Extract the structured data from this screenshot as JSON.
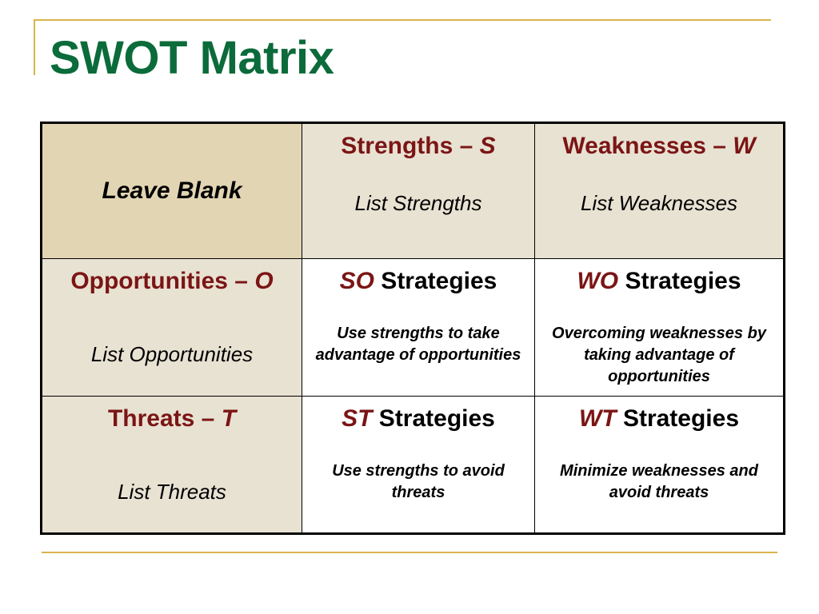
{
  "title": "SWOT Matrix",
  "colors": {
    "title": "#0b6b3a",
    "heading": "#7b1515",
    "rule": "#d9b44a",
    "corner_fill": "#e2d5b3",
    "header_fill": "#e8e2d3"
  },
  "matrix": {
    "corner": "Leave Blank",
    "strengths": {
      "label": "Strengths – ",
      "letter": "S",
      "sub": "List Strengths"
    },
    "weaknesses": {
      "label": "Weaknesses – ",
      "letter": "W",
      "sub": "List Weaknesses"
    },
    "opportunities": {
      "label": "Opportunities – ",
      "letter": "O",
      "sub": "List Opportunities"
    },
    "threats": {
      "label": "Threats – ",
      "letter": "T",
      "sub": "List Threats"
    },
    "so": {
      "code": "SO",
      "label": " Strategies",
      "desc": "Use strengths to take advantage of opportunities"
    },
    "wo": {
      "code": "WO",
      "label": " Strategies",
      "desc": "Overcoming weaknesses by taking advantage of opportunities"
    },
    "st": {
      "code": "ST",
      "label": " Strategies",
      "desc": "Use strengths to avoid threats"
    },
    "wt": {
      "code": "WT",
      "label": " Strategies",
      "desc": "Minimize weaknesses and avoid threats"
    }
  }
}
